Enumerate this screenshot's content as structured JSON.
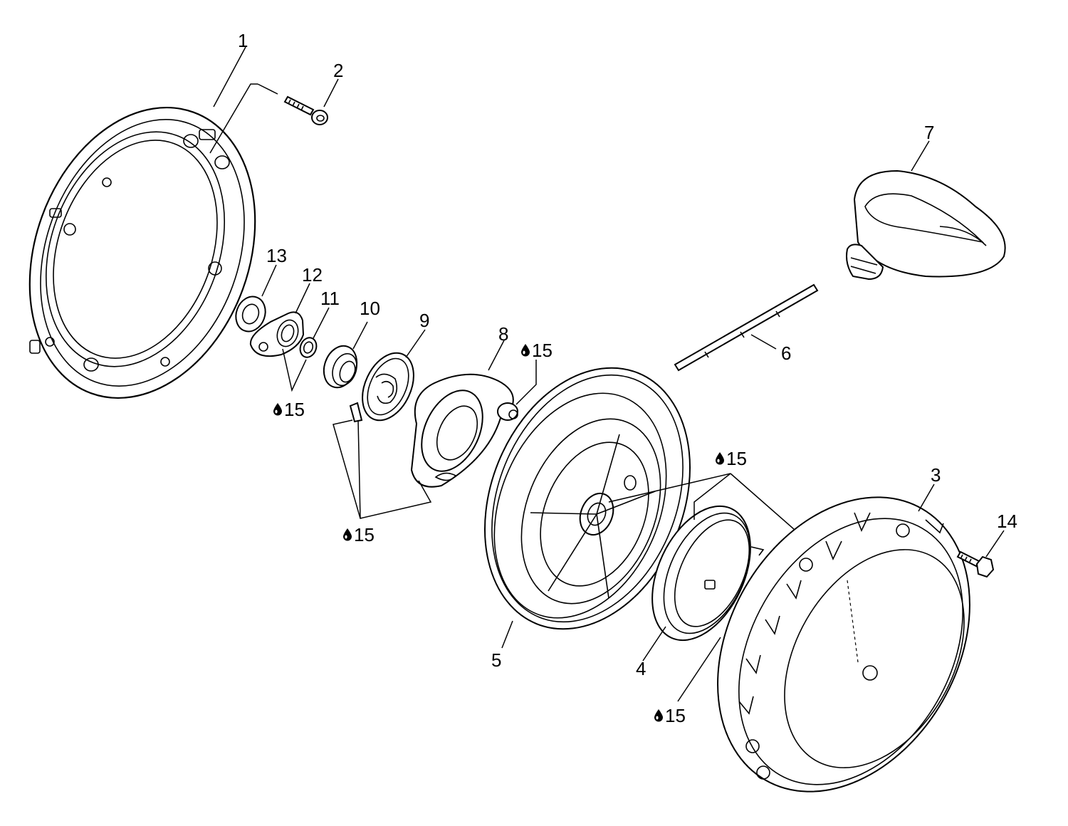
{
  "labels": {
    "p1": "1",
    "p2": "2",
    "p3": "3",
    "p4": "4",
    "p5": "5",
    "p6": "6",
    "p7": "7",
    "p8": "8",
    "p9": "9",
    "p10": "10",
    "p11": "11",
    "p12": "12",
    "p13": "13",
    "p14": "14",
    "oil_a": "15",
    "oil_b": "15",
    "oil_c": "15",
    "oil_d": "15",
    "oil_e": "15"
  },
  "icons": {
    "lubricant": "oil-drop-icon"
  },
  "colors": {
    "line": "#000000",
    "background": "#ffffff"
  }
}
